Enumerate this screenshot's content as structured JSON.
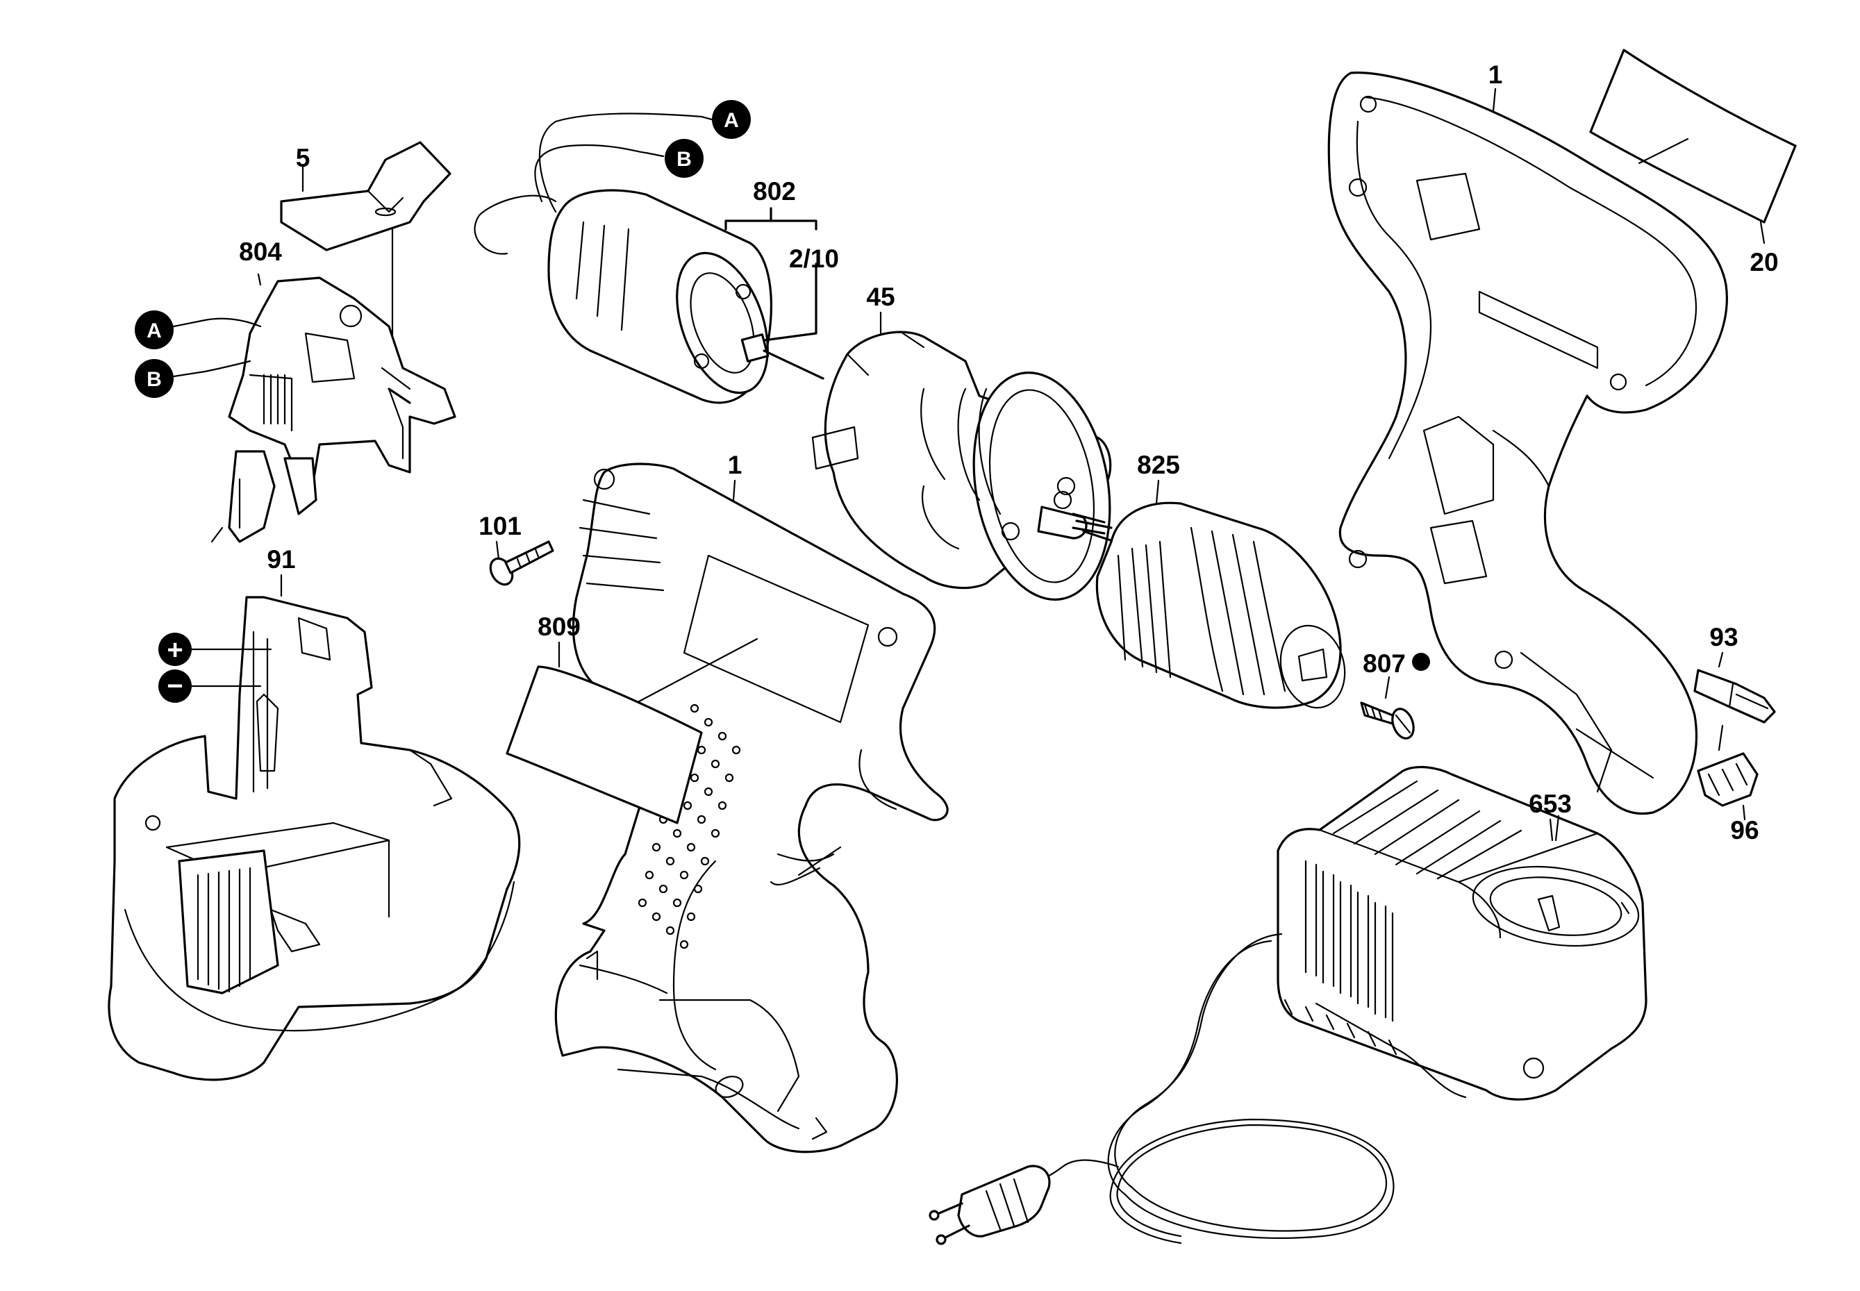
{
  "diagram": {
    "parts": {
      "housing_right": "1",
      "housing_left": "1",
      "label_plate_20": "20",
      "switch_slider": "5",
      "switch": "804",
      "motor": "802",
      "motor_pinion": "2/10",
      "gearbox": "45",
      "screw_101": "101",
      "nameplate_809": "809",
      "chuck": "825",
      "chuck_screw": "807",
      "battery": "91",
      "bit": "93",
      "bit_holder": "96",
      "charger": "653"
    },
    "connectors": {
      "a": "A",
      "b": "B"
    },
    "terminals": {
      "plus": "+",
      "minus": "−"
    }
  }
}
